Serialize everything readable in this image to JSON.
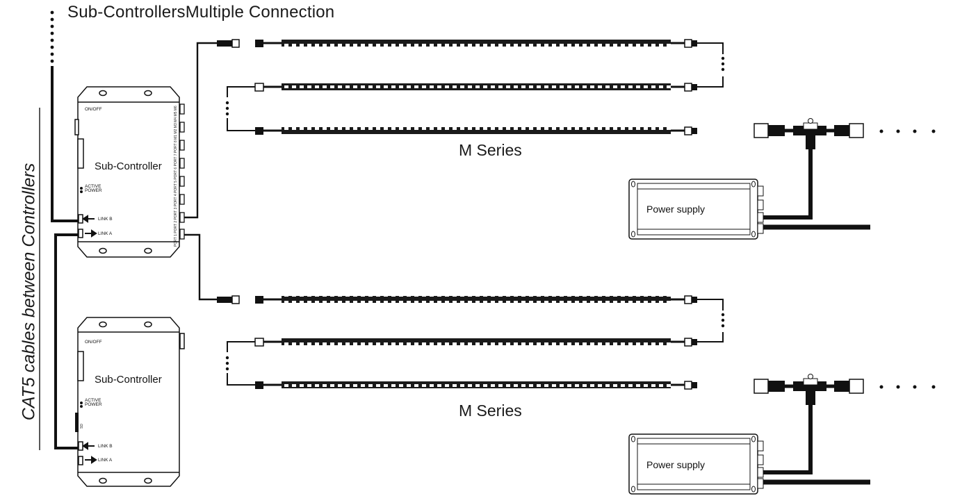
{
  "title": "Sub-ControllersMultiple Connection",
  "side_label": "CAT5 cables between Controllers",
  "controllers": [
    {
      "name": "Sub-Controller",
      "on_off": "ON/OFF",
      "active": "ACTIVE",
      "power": "POWER",
      "link_b": "LINK B",
      "link_a": "LINK A",
      "port_strip": "PORT 1 PORT 2 PORT 3 PORT 4 PORT 5 PORT 6 PORT 7 PORT 8 M1 M2 M3 M4 M5 M6"
    },
    {
      "name": "Sub-Controller",
      "on_off": "ON/OFF",
      "active": "ACTIVE",
      "power": "POWER",
      "link_b": "LINK B",
      "link_a": "LINK A",
      "sd": "SD"
    }
  ],
  "series_labels": [
    "M Series",
    "M Series"
  ],
  "power_supplies": [
    "Power supply",
    "Power supply"
  ],
  "icons": [
    "controller-box-icon",
    "led-strip-icon",
    "t-connector-icon",
    "power-supply-icon"
  ]
}
